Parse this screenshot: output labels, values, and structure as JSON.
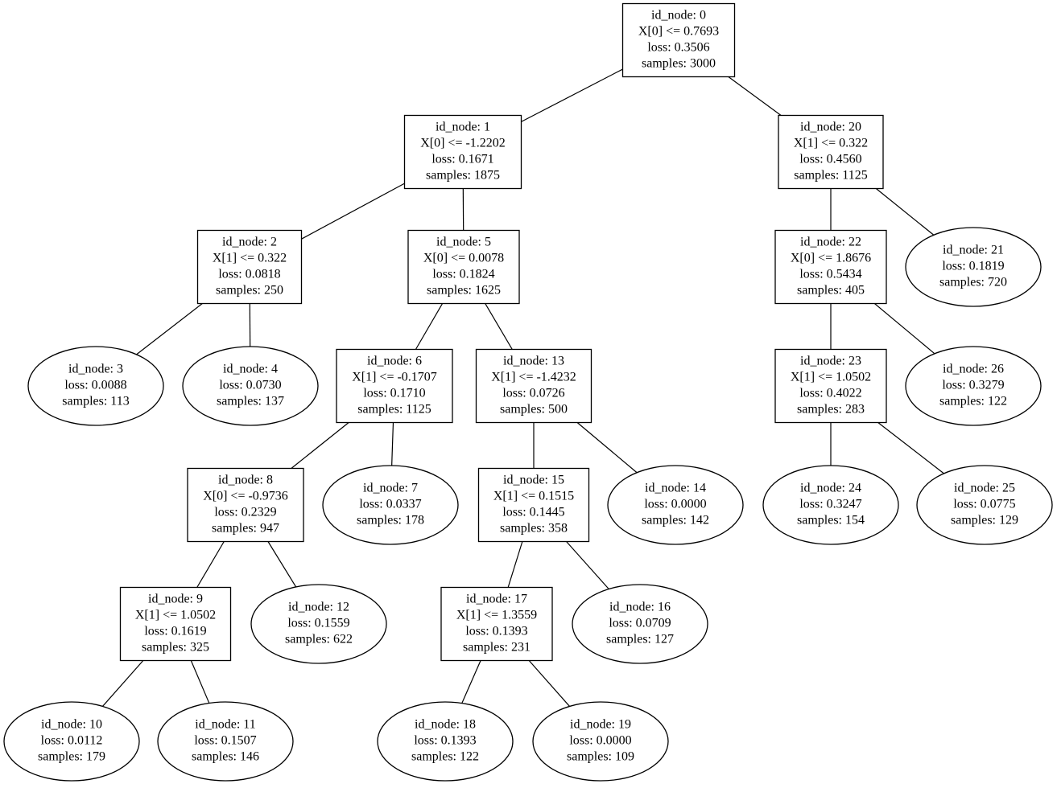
{
  "nodes": [
    {
      "id": 0,
      "kind": "split",
      "lines": [
        "id_node: 0",
        "X[0] <= 0.7693",
        "loss: 0.3506",
        "samples: 3000"
      ]
    },
    {
      "id": 1,
      "kind": "split",
      "lines": [
        "id_node: 1",
        "X[0] <= -1.2202",
        "loss: 0.1671",
        "samples: 1875"
      ]
    },
    {
      "id": 2,
      "kind": "split",
      "lines": [
        "id_node: 2",
        "X[1] <= 0.322",
        "loss: 0.0818",
        "samples: 250"
      ]
    },
    {
      "id": 3,
      "kind": "leaf",
      "lines": [
        "id_node: 3",
        "loss: 0.0088",
        "samples: 113"
      ]
    },
    {
      "id": 4,
      "kind": "leaf",
      "lines": [
        "id_node: 4",
        "loss: 0.0730",
        "samples: 137"
      ]
    },
    {
      "id": 5,
      "kind": "split",
      "lines": [
        "id_node: 5",
        "X[0] <= 0.0078",
        "loss: 0.1824",
        "samples: 1625"
      ]
    },
    {
      "id": 6,
      "kind": "split",
      "lines": [
        "id_node: 6",
        "X[1] <= -0.1707",
        "loss: 0.1710",
        "samples: 1125"
      ]
    },
    {
      "id": 7,
      "kind": "leaf",
      "lines": [
        "id_node: 7",
        "loss: 0.0337",
        "samples: 178"
      ]
    },
    {
      "id": 8,
      "kind": "split",
      "lines": [
        "id_node: 8",
        "X[0] <= -0.9736",
        "loss: 0.2329",
        "samples: 947"
      ]
    },
    {
      "id": 9,
      "kind": "split",
      "lines": [
        "id_node: 9",
        "X[1] <= 1.0502",
        "loss: 0.1619",
        "samples: 325"
      ]
    },
    {
      "id": 10,
      "kind": "leaf",
      "lines": [
        "id_node: 10",
        "loss: 0.0112",
        "samples: 179"
      ]
    },
    {
      "id": 11,
      "kind": "leaf",
      "lines": [
        "id_node: 11",
        "loss: 0.1507",
        "samples: 146"
      ]
    },
    {
      "id": 12,
      "kind": "leaf",
      "lines": [
        "id_node: 12",
        "loss: 0.1559",
        "samples: 622"
      ]
    },
    {
      "id": 13,
      "kind": "split",
      "lines": [
        "id_node: 13",
        "X[1] <= -1.4232",
        "loss: 0.0726",
        "samples: 500"
      ]
    },
    {
      "id": 14,
      "kind": "leaf",
      "lines": [
        "id_node: 14",
        "loss: 0.0000",
        "samples: 142"
      ]
    },
    {
      "id": 15,
      "kind": "split",
      "lines": [
        "id_node: 15",
        "X[1] <= 0.1515",
        "loss: 0.1445",
        "samples: 358"
      ]
    },
    {
      "id": 16,
      "kind": "leaf",
      "lines": [
        "id_node: 16",
        "loss: 0.0709",
        "samples: 127"
      ]
    },
    {
      "id": 17,
      "kind": "split",
      "lines": [
        "id_node: 17",
        "X[1] <= 1.3559",
        "loss: 0.1393",
        "samples: 231"
      ]
    },
    {
      "id": 18,
      "kind": "leaf",
      "lines": [
        "id_node: 18",
        "loss: 0.1393",
        "samples: 122"
      ]
    },
    {
      "id": 19,
      "kind": "leaf",
      "lines": [
        "id_node: 19",
        "loss: 0.0000",
        "samples: 109"
      ]
    },
    {
      "id": 20,
      "kind": "split",
      "lines": [
        "id_node: 20",
        "X[1] <= 0.322",
        "loss: 0.4560",
        "samples: 1125"
      ]
    },
    {
      "id": 21,
      "kind": "leaf",
      "lines": [
        "id_node: 21",
        "loss: 0.1819",
        "samples: 720"
      ]
    },
    {
      "id": 22,
      "kind": "split",
      "lines": [
        "id_node: 22",
        "X[0] <= 1.8676",
        "loss: 0.5434",
        "samples: 405"
      ]
    },
    {
      "id": 23,
      "kind": "split",
      "lines": [
        "id_node: 23",
        "X[1] <= 1.0502",
        "loss: 0.4022",
        "samples: 283"
      ]
    },
    {
      "id": 24,
      "kind": "leaf",
      "lines": [
        "id_node: 24",
        "loss: 0.3247",
        "samples: 154"
      ]
    },
    {
      "id": 25,
      "kind": "leaf",
      "lines": [
        "id_node: 25",
        "loss: 0.0775",
        "samples: 129"
      ]
    },
    {
      "id": 26,
      "kind": "leaf",
      "lines": [
        "id_node: 26",
        "loss: 0.3279",
        "samples: 122"
      ]
    }
  ],
  "edges": [
    [
      0,
      1
    ],
    [
      0,
      20
    ],
    [
      1,
      2
    ],
    [
      1,
      5
    ],
    [
      2,
      3
    ],
    [
      2,
      4
    ],
    [
      5,
      6
    ],
    [
      5,
      13
    ],
    [
      6,
      8
    ],
    [
      6,
      7
    ],
    [
      8,
      9
    ],
    [
      8,
      12
    ],
    [
      9,
      10
    ],
    [
      9,
      11
    ],
    [
      13,
      15
    ],
    [
      13,
      14
    ],
    [
      15,
      17
    ],
    [
      15,
      16
    ],
    [
      17,
      18
    ],
    [
      17,
      19
    ],
    [
      20,
      22
    ],
    [
      20,
      21
    ],
    [
      22,
      23
    ],
    [
      22,
      26
    ],
    [
      23,
      24
    ],
    [
      23,
      25
    ]
  ]
}
